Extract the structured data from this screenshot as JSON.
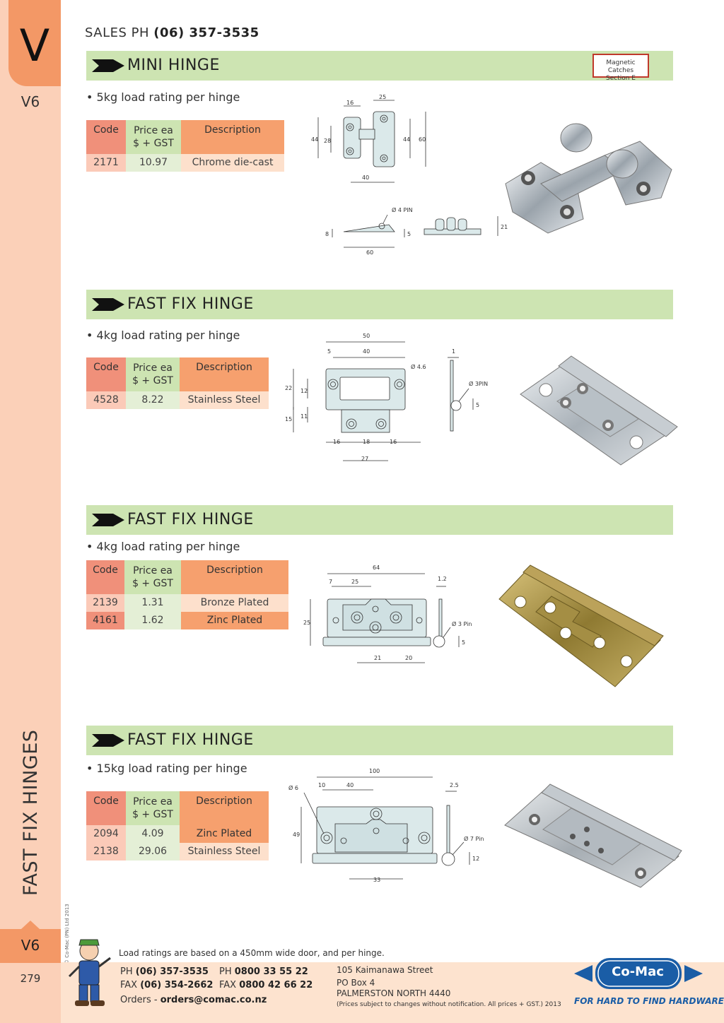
{
  "sidebar": {
    "section_letter": "V",
    "section_code_top": "V6",
    "vertical_title": "FAST FIX HINGES",
    "copyright": "© Co-Mac (PN) Ltd 2013",
    "section_code_bottom": "V6",
    "page_number": "279"
  },
  "header": {
    "sales_label": "SALES  PH",
    "sales_phone": "(06) 357-3535"
  },
  "sections": [
    {
      "title": "MINI HINGE",
      "badge_line1": "Magnetic Catches",
      "badge_line2": "Section E",
      "bullet": "• 5kg load rating per hinge",
      "table_headers": {
        "code": "Code",
        "price_line1": "Price ea",
        "price_line2": "$ + GST",
        "description": "Description"
      },
      "rows": [
        {
          "code": "2171",
          "price": "10.97",
          "description": "Chrome die-cast"
        }
      ],
      "dimensions": [
        "16",
        "25",
        "44",
        "28",
        "44",
        "60",
        "40",
        "Ø 4 PIN",
        "8",
        "5",
        "60",
        "21"
      ]
    },
    {
      "title": "FAST FIX HINGE",
      "bullet": "• 4kg load rating per hinge",
      "table_headers": {
        "code": "Code",
        "price_line1": "Price ea",
        "price_line2": "$ + GST",
        "description": "Description"
      },
      "rows": [
        {
          "code": "4528",
          "price": "8.22",
          "description": "Stainless Steel"
        }
      ],
      "dimensions": [
        "50",
        "5",
        "40",
        "Ø 4.6",
        "22",
        "12",
        "15",
        "11",
        "16",
        "18",
        "16",
        "27",
        "1",
        "Ø 3PIN",
        "5"
      ]
    },
    {
      "title": "FAST FIX HINGE",
      "bullet": "• 4kg load rating per hinge",
      "table_headers": {
        "code": "Code",
        "price_line1": "Price ea",
        "price_line2": "$ + GST",
        "description": "Description"
      },
      "rows": [
        {
          "code": "2139",
          "price": "1.31",
          "description": "Bronze Plated"
        },
        {
          "code": "4161",
          "price": "1.62",
          "description": "Zinc Plated"
        }
      ],
      "dimensions": [
        "64",
        "7",
        "25",
        "1.2",
        "25",
        "Ø 3 Pin",
        "5",
        "21",
        "20"
      ]
    },
    {
      "title": "FAST FIX HINGE",
      "bullet": "• 15kg load rating per hinge",
      "table_headers": {
        "code": "Code",
        "price_line1": "Price ea",
        "price_line2": "$ + GST",
        "description": "Description"
      },
      "rows": [
        {
          "code": "2094",
          "price": "4.09",
          "description": "Zinc Plated"
        },
        {
          "code": "2138",
          "price": "29.06",
          "description": "Stainless Steel"
        }
      ],
      "dimensions": [
        "100",
        "Ø 6",
        "10",
        "40",
        "2.5",
        "49",
        "Ø 7 Pin",
        "12",
        "33"
      ]
    }
  ],
  "footer": {
    "note": "Load ratings are based on a 450mm wide door, and per hinge.",
    "ph_label": "PH",
    "ph_number": "(06) 357-3535",
    "fax_label": "FAX",
    "fax_number": "(06) 354-2662",
    "ph2_label": "PH",
    "ph2_number": "0800 33 55 22",
    "fax2_label": "FAX",
    "fax2_number": "0800 42 66 22",
    "orders_label": "Orders -",
    "orders_email": "orders@comac.co.nz",
    "address_line1": "105 Kaimanawa Street",
    "address_line2": "PO Box 4",
    "address_line3": "PALMERSTON NORTH 4440",
    "disclaimer": "(Prices subject to changes without notification.  All prices + GST.)  2013",
    "logo": "Co-Mac",
    "tagline": "FOR HARD TO FIND HARDWARE"
  },
  "colors": {
    "sidebar": "#fbd0b8",
    "accent_orange": "#f39866",
    "section_bar_green": "#cde4b2",
    "logo_blue": "#1a5da6"
  }
}
